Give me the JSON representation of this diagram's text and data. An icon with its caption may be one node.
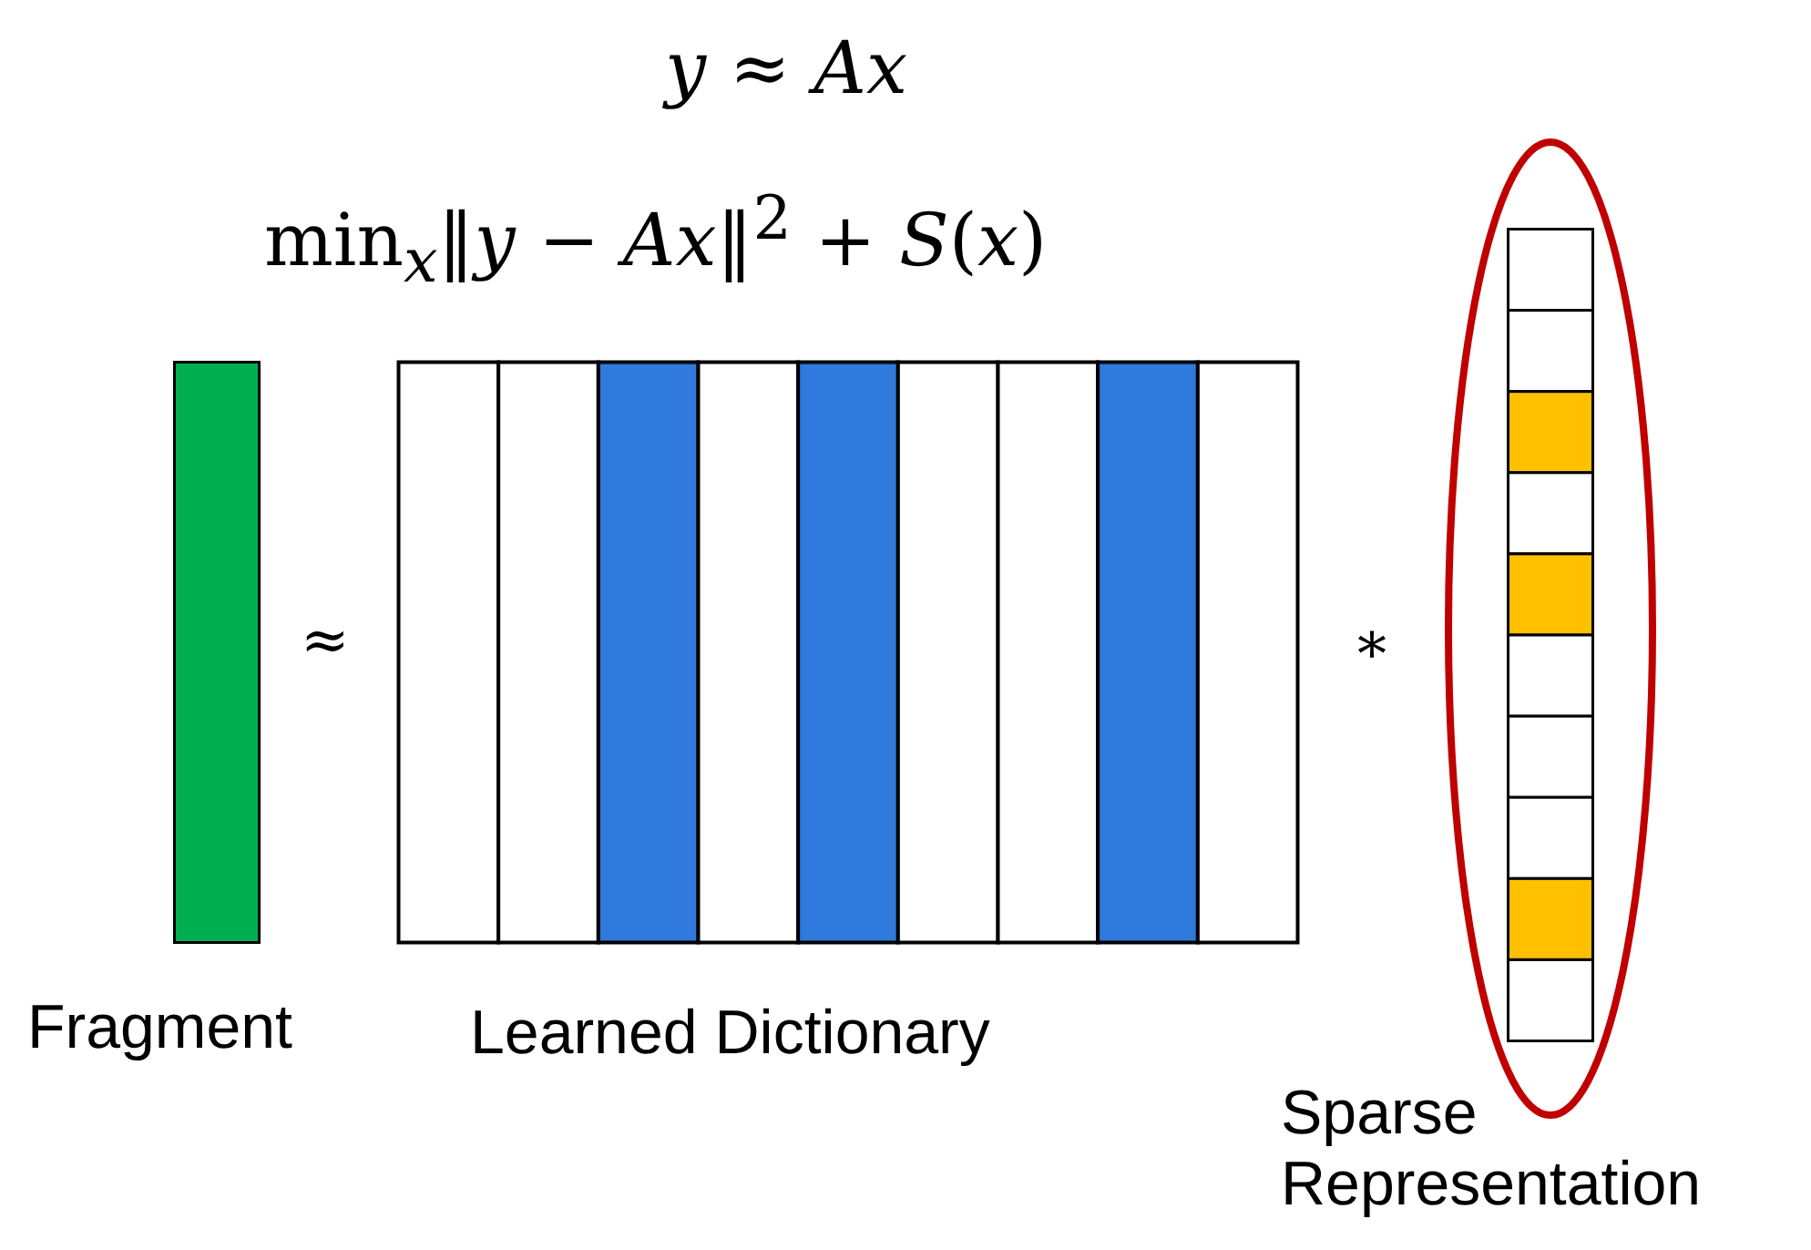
{
  "diagram": {
    "nodes": [
      {
        "text": [],
        "shape": "bar",
        "beside": [
          "Fragment"
        ]
      },
      {
        "text": [],
        "shape": "box",
        "beside": [
          "Learned Dictionary"
        ]
      },
      {
        "text": [],
        "shape": "bar",
        "beside": [
          "Sparse Representation"
        ]
      }
    ],
    "labels": [
      "*y* ≈ *Ax*",
      "min$_{x}$‖*y* − *Ax*‖$^{2}$ + *S*(*x*)",
      "≈",
      "*"
    ]
  }
}
